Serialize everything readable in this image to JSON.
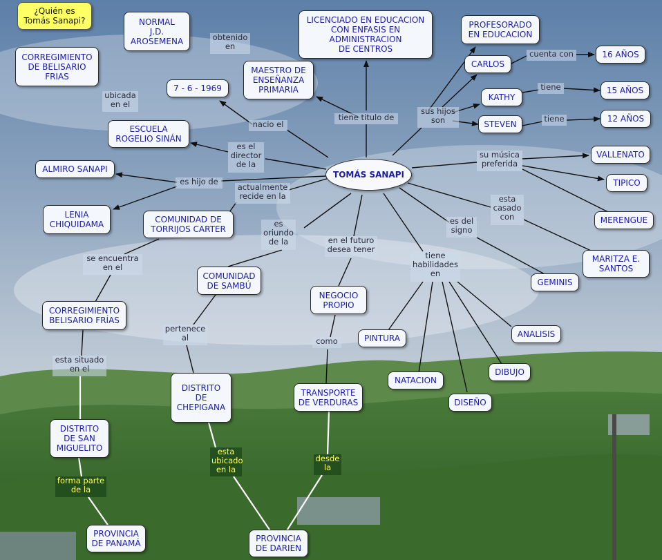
{
  "nodes": {
    "quien": "¿Quién es\nTomás Sanapi?",
    "normal": "NORMAL\nJ.D.\nAROSEMENA",
    "licenciado": "LICENCIADO EN EDUCACION\nCON ENFASIS EN\nADMINISTRACION\nDE CENTROS",
    "profesorado": "PROFESORADO\nEN EDUCACION",
    "corr_frias": "CORREGIMIENTO\nDE BELISARIO\nFRIAS",
    "maestro": "MAESTRO DE\nENSEÑANZA\nPRIMARIA",
    "carlos": "CARLOS",
    "a16": "16 AÑOS",
    "fecha": "7 - 6 - 1969",
    "kathy": "KATHY",
    "a15": "15 AÑOS",
    "steven": "STEVEN",
    "a12": "12 AÑOS",
    "escuela": "ESCUELA\nROGELIO SINÁN",
    "center": "TOMÁS SANAPI",
    "vallenato": "VALLENATO",
    "almiro": "ALMIRO SANAPI",
    "tipico": "TIPICO",
    "lenia": "LENIA\nCHIQUIDAMA",
    "torrijos": "COMUNIDAD DE\nTORRIJOS CARTER",
    "merengue": "MERENGUE",
    "maritza": "MARITZA E.\nSANTOS",
    "sambu": "COMUNIDAD\nDE SAMBÚ",
    "geminis": "GEMINIS",
    "negocio": "NEGOCIO\nPROPIO",
    "corr_belisario": "CORREGIMIENTO\nBELISARIO FRÍAS",
    "analisis": "ANALISIS",
    "pintura": "PINTURA",
    "dibujo": "DIBUJO",
    "natacion": "NATACION",
    "diseno": "DISEÑO",
    "chepigana": "DISTRITO\nDE\nCHEPIGANA",
    "transporte": "TRANSPORTE\nDE VERDURAS",
    "sanmiguelito": "DISTRITO\nDE SAN\nMIGUELITO",
    "panama": "PROVINCIA\nDE PANAMÁ",
    "darien": "PROVINCIA\nDE DARIEN"
  },
  "labels": {
    "obtenido": "obtenido\nen",
    "ubicada": "ubicada\nen el",
    "tiene_titulo": "tiene titulo de",
    "cuenta_con": "cuenta con",
    "nacio": "nacio el",
    "sus_hijos": "sus hijos\nson",
    "tiene15": "tiene",
    "tiene12": "tiene",
    "director": "es el\ndirector\nde la",
    "musica": "su música\npreferida",
    "hijo_de": "es hijo de",
    "reside": "actualmente\nrecide en la",
    "casado": "esta\ncasado\ncon",
    "oriundo": "es\noriundo\nde la",
    "signo": "es del\nsigno",
    "futuro": "en el futuro\ndesea tener",
    "encuentra": "se encuentra\nen el",
    "habilidades": "tiene\nhabilidades\nen",
    "pertenece": "pertenece\nal",
    "como": "como",
    "situado": "esta situado\nen el",
    "ubicado": "esta\nubicado\nen la",
    "desde": "desde\nla",
    "forma_parte": "forma parte\nde la"
  }
}
